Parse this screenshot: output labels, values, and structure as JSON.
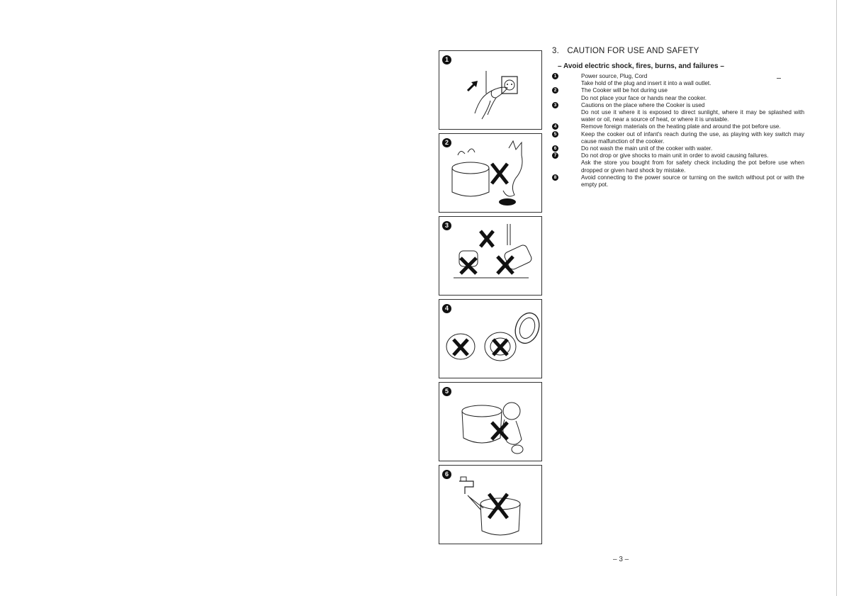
{
  "section": {
    "number": "3.",
    "title": "CAUTION FOR USE AND SAFETY",
    "subtitle": "– Avoid electric shock, fires, burns, and failures –"
  },
  "items": [
    {
      "num": "1",
      "lines": [
        "Power source, Plug, Cord",
        "Take hold of the plug and insert it into a wall outlet."
      ]
    },
    {
      "num": "2",
      "lines": [
        "The Cooker will be hot during use",
        "Do not place your face or hands near the cooker."
      ]
    },
    {
      "num": "3",
      "lines": [
        "Cautions on the place where the Cooker is used",
        "Do not use it where it is exposed to direct sunlight, where it may be splashed with water or oil, near a source of heat, or where it is unstable."
      ]
    },
    {
      "num": "4",
      "lines": [
        "Remove foreign materials on the heating plate and around the pot before use."
      ]
    },
    {
      "num": "5",
      "lines": [
        "Keep the cooker out of infant's reach during the use, as playing with key switch may cause malfunction of the cooker."
      ]
    },
    {
      "num": "6",
      "lines": [
        "Do not wash the main unit of the cooker with water."
      ]
    },
    {
      "num": "7",
      "lines": [
        "Do not drop or give shocks to main unit in order to avoid causing failures.",
        "Ask the store you bought from for safety check including the pot before use when dropped or given hard shock by mistake."
      ]
    },
    {
      "num": "8",
      "lines": [
        "Avoid connecting to the power source or turning on the switch without pot or with the empty pot."
      ]
    }
  ],
  "figures": [
    {
      "num": "1",
      "icon": "plug-into-outlet-icon"
    },
    {
      "num": "2",
      "icon": "hot-cooker-cat-icon"
    },
    {
      "num": "3",
      "icon": "unsafe-location-icon"
    },
    {
      "num": "4",
      "icon": "foreign-material-icon"
    },
    {
      "num": "5",
      "icon": "infant-reach-icon"
    },
    {
      "num": "6",
      "icon": "no-water-wash-icon"
    }
  ],
  "page_number": "– 3 –"
}
